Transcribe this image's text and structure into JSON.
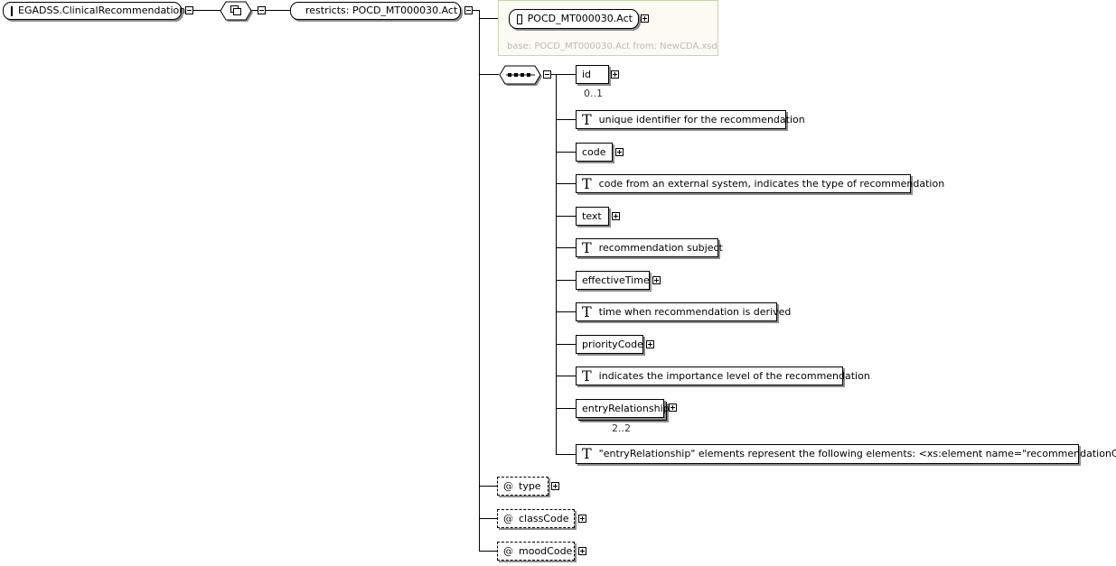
{
  "root": {
    "label": "EGADSS.ClinicalRecommendation"
  },
  "restriction": {
    "label": "restricts: POCD_MT000030.Act",
    "base_element": "POCD_MT000030.Act",
    "base_text": "base: POCD_MT000030.Act from: NewCDA.xsd"
  },
  "sequence": {
    "children": [
      {
        "label": "id",
        "cardinality": "0..1"
      },
      {
        "annotation": "unique identifier for the recommendation"
      },
      {
        "label": "code"
      },
      {
        "annotation": "code from an external system, indicates the type of recommendation"
      },
      {
        "label": "text"
      },
      {
        "annotation": "recommendation subject"
      },
      {
        "label": "effectiveTime"
      },
      {
        "annotation": "time when recommendation is derived"
      },
      {
        "label": "priorityCode"
      },
      {
        "annotation": "indicates the importance level of the recommendation"
      },
      {
        "label": "entryRelationship",
        "cardinality": "2..2"
      },
      {
        "annotation": "\"entryRelationship\" elements represent the following elements: <xs:element name=\"recommendationConcl..."
      }
    ]
  },
  "attributes": [
    {
      "symbol": "@",
      "label": "type"
    },
    {
      "symbol": "@",
      "label": "classCode"
    },
    {
      "symbol": "@",
      "label": "moodCode"
    }
  ],
  "annotation_symbol": "T"
}
